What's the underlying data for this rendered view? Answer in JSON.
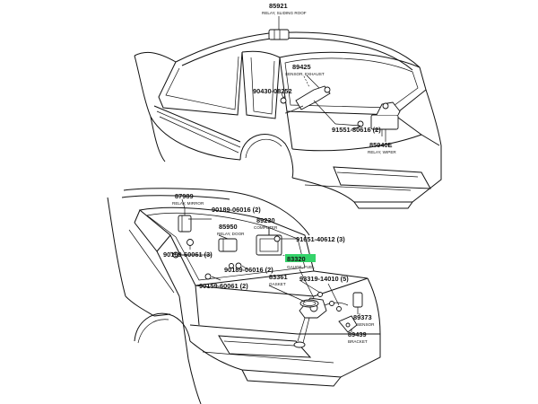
{
  "diagram": {
    "highlight_color": "#34d36a",
    "callouts": [
      {
        "id": "c85921",
        "number": "85921",
        "desc": "RELAY, SLIDING ROOF",
        "highlight": false
      },
      {
        "id": "c89425",
        "number": "89425",
        "desc": "SENSOR, EXHAUST",
        "highlight": false
      },
      {
        "id": "c90430",
        "number": "90430-08252",
        "desc": "",
        "highlight": false
      },
      {
        "id": "c91551top",
        "number": "91551-80616 (2)",
        "desc": "",
        "highlight": false
      },
      {
        "id": "c85940",
        "number": "85940E",
        "desc": "RELAY, WIPER",
        "highlight": false
      },
      {
        "id": "c87989",
        "number": "87989",
        "desc": "RELAY, MIRROR",
        "highlight": false
      },
      {
        "id": "c90189a",
        "number": "90189-06016 (2)",
        "desc": "",
        "highlight": false
      },
      {
        "id": "c85950",
        "number": "85950",
        "desc": "RELAY, DOOR",
        "highlight": false
      },
      {
        "id": "c89230",
        "number": "89230",
        "desc": "COMPUTER",
        "highlight": false
      },
      {
        "id": "c91651",
        "number": "91651-40612 (3)",
        "desc": "",
        "highlight": false
      },
      {
        "id": "c90159a",
        "number": "90159-60061 (3)",
        "desc": "",
        "highlight": false
      },
      {
        "id": "c90189b",
        "number": "90189-06016 (2)",
        "desc": "",
        "highlight": false
      },
      {
        "id": "c83320",
        "number": "83320",
        "desc": "GAUGE, FUEL",
        "highlight": true
      },
      {
        "id": "c83361",
        "number": "83361",
        "desc": "GASKET",
        "highlight": false
      },
      {
        "id": "c93319",
        "number": "93319-14010 (5)",
        "desc": "",
        "highlight": false
      },
      {
        "id": "c90159b",
        "number": "90159-60061 (2)",
        "desc": "",
        "highlight": false
      },
      {
        "id": "c89373",
        "number": "89373",
        "desc": "SENSOR",
        "highlight": false
      },
      {
        "id": "c89439",
        "number": "89439",
        "desc": "BRACKET",
        "highlight": false
      }
    ]
  }
}
